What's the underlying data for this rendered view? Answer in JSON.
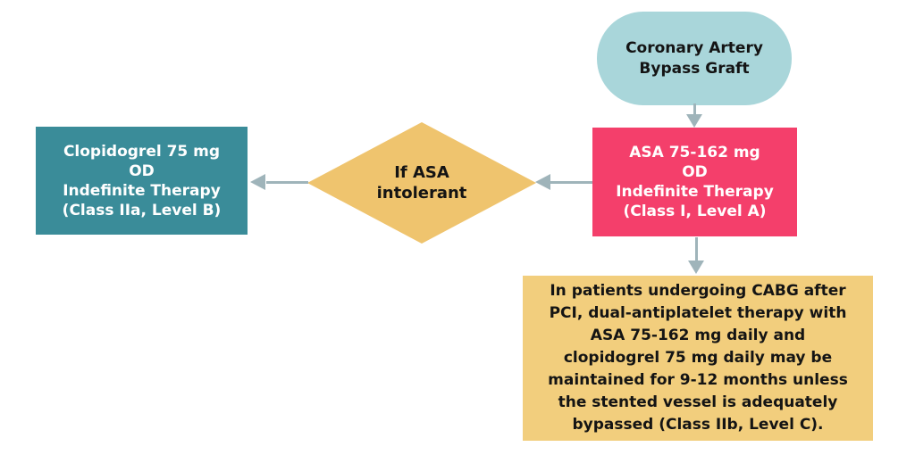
{
  "diagram": {
    "type": "flowchart",
    "topic": "Antiplatelet therapy after Coronary Artery Bypass Graft",
    "palette": {
      "background": "#ffffff",
      "arrow_color": "#9fb4ba",
      "terminal_fill": "#a9d6da",
      "asa_fill": "#f43f6b",
      "clopidogrel_fill": "#3a8c99",
      "decision_fill": "#efc46e",
      "note_fill": "#f2ce7d",
      "dark_text": "#141414",
      "light_text": "#ffffff"
    },
    "nodes": {
      "start": {
        "shape": "rounded-terminal",
        "label": "Coronary Artery\nBypass Graft"
      },
      "asa": {
        "shape": "rectangle",
        "label": "ASA 75-162 mg\nOD\nIndefinite Therapy\n(Class I, Level A)"
      },
      "decision": {
        "shape": "diamond",
        "label": "If ASA\nintolerant"
      },
      "clopidogrel": {
        "shape": "rectangle",
        "label": "Clopidogrel 75 mg\nOD\nIndefinite Therapy\n(Class IIa, Level B)"
      },
      "note": {
        "shape": "rectangle",
        "label": "In patients undergoing CABG after\nPCI, dual-antiplatelet therapy with\nASA 75-162 mg daily and\nclopidogrel 75 mg daily may be\nmaintained for 9-12 months unless\nthe stented vessel is adequately\nbypassed (Class IIb, Level C)."
      }
    },
    "edges": [
      {
        "from": "start",
        "to": "asa",
        "direction": "down"
      },
      {
        "from": "asa",
        "to": "decision",
        "direction": "left"
      },
      {
        "from": "decision",
        "to": "clopidogrel",
        "direction": "left"
      },
      {
        "from": "asa",
        "to": "note",
        "direction": "down"
      }
    ]
  }
}
